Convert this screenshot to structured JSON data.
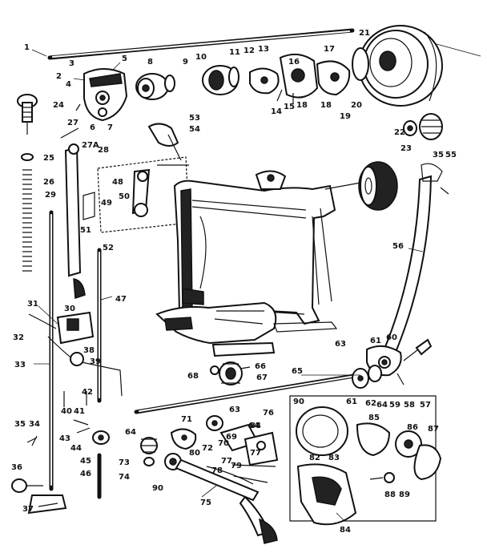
{
  "diagram": {
    "callouts": [
      {
        "id": "c1",
        "text": "1"
      },
      {
        "id": "c2",
        "text": "2"
      },
      {
        "id": "c3",
        "text": "3"
      },
      {
        "id": "c4",
        "text": "4"
      },
      {
        "id": "c5",
        "text": "5"
      },
      {
        "id": "c6",
        "text": "6"
      },
      {
        "id": "c7",
        "text": "7"
      },
      {
        "id": "c8",
        "text": "8"
      },
      {
        "id": "c9",
        "text": "9"
      },
      {
        "id": "c10",
        "text": "10"
      },
      {
        "id": "c11",
        "text": "11"
      },
      {
        "id": "c12",
        "text": "12"
      },
      {
        "id": "c13",
        "text": "13"
      },
      {
        "id": "c14",
        "text": "14"
      },
      {
        "id": "c15",
        "text": "15"
      },
      {
        "id": "c16",
        "text": "16"
      },
      {
        "id": "c17",
        "text": "17"
      },
      {
        "id": "c18a",
        "text": "18"
      },
      {
        "id": "c18b",
        "text": "18"
      },
      {
        "id": "c19",
        "text": "19"
      },
      {
        "id": "c20",
        "text": "20"
      },
      {
        "id": "c21",
        "text": "21"
      },
      {
        "id": "c22",
        "text": "22"
      },
      {
        "id": "c23",
        "text": "23"
      },
      {
        "id": "c24",
        "text": "24"
      },
      {
        "id": "c25",
        "text": "25"
      },
      {
        "id": "c26",
        "text": "26"
      },
      {
        "id": "c27",
        "text": "27"
      },
      {
        "id": "c27a",
        "text": "27A"
      },
      {
        "id": "c28",
        "text": "28"
      },
      {
        "id": "c29",
        "text": "29"
      },
      {
        "id": "c30",
        "text": "30"
      },
      {
        "id": "c31",
        "text": "31"
      },
      {
        "id": "c32",
        "text": "32"
      },
      {
        "id": "c33",
        "text": "33"
      },
      {
        "id": "c34",
        "text": "34"
      },
      {
        "id": "c35a",
        "text": "35"
      },
      {
        "id": "c35b",
        "text": "35"
      },
      {
        "id": "c36",
        "text": "36"
      },
      {
        "id": "c37",
        "text": "37"
      },
      {
        "id": "c38",
        "text": "38"
      },
      {
        "id": "c39",
        "text": "39"
      },
      {
        "id": "c40",
        "text": "40"
      },
      {
        "id": "c41",
        "text": "41"
      },
      {
        "id": "c42",
        "text": "42"
      },
      {
        "id": "c43",
        "text": "43"
      },
      {
        "id": "c44",
        "text": "44"
      },
      {
        "id": "c45",
        "text": "45"
      },
      {
        "id": "c46",
        "text": "46"
      },
      {
        "id": "c47",
        "text": "47"
      },
      {
        "id": "c48",
        "text": "48"
      },
      {
        "id": "c49",
        "text": "49"
      },
      {
        "id": "c50",
        "text": "50"
      },
      {
        "id": "c51",
        "text": "51"
      },
      {
        "id": "c52",
        "text": "52"
      },
      {
        "id": "c53",
        "text": "53"
      },
      {
        "id": "c54",
        "text": "54"
      },
      {
        "id": "c55",
        "text": "55"
      },
      {
        "id": "c56",
        "text": "56"
      },
      {
        "id": "c57",
        "text": "57"
      },
      {
        "id": "c58",
        "text": "58"
      },
      {
        "id": "c59",
        "text": "59"
      },
      {
        "id": "c60",
        "text": "60"
      },
      {
        "id": "c61a",
        "text": "61"
      },
      {
        "id": "c61b",
        "text": "61"
      },
      {
        "id": "c62",
        "text": "62"
      },
      {
        "id": "c63a",
        "text": "63"
      },
      {
        "id": "c63b",
        "text": "63"
      },
      {
        "id": "c64a",
        "text": "64"
      },
      {
        "id": "c64b",
        "text": "64"
      },
      {
        "id": "c64c",
        "text": "64"
      },
      {
        "id": "c65",
        "text": "65"
      },
      {
        "id": "c66",
        "text": "66"
      },
      {
        "id": "c67",
        "text": "67"
      },
      {
        "id": "c68",
        "text": "68"
      },
      {
        "id": "c69",
        "text": "69"
      },
      {
        "id": "c70",
        "text": "70"
      },
      {
        "id": "c71",
        "text": "71"
      },
      {
        "id": "c72",
        "text": "72"
      },
      {
        "id": "c73",
        "text": "73"
      },
      {
        "id": "c74",
        "text": "74"
      },
      {
        "id": "c75",
        "text": "75"
      },
      {
        "id": "c76",
        "text": "76"
      },
      {
        "id": "c77a",
        "text": "77"
      },
      {
        "id": "c77b",
        "text": "77"
      },
      {
        "id": "c78",
        "text": "78"
      },
      {
        "id": "c79",
        "text": "79"
      },
      {
        "id": "c80",
        "text": "80"
      },
      {
        "id": "c82",
        "text": "82"
      },
      {
        "id": "c83",
        "text": "83"
      },
      {
        "id": "c84a",
        "text": "84"
      },
      {
        "id": "c84b",
        "text": "84"
      },
      {
        "id": "c85",
        "text": "85"
      },
      {
        "id": "c86",
        "text": "86"
      },
      {
        "id": "c87",
        "text": "87"
      },
      {
        "id": "c88",
        "text": "88"
      },
      {
        "id": "c89",
        "text": "89"
      },
      {
        "id": "c90a",
        "text": "90"
      },
      {
        "id": "c90b",
        "text": "90"
      }
    ]
  }
}
